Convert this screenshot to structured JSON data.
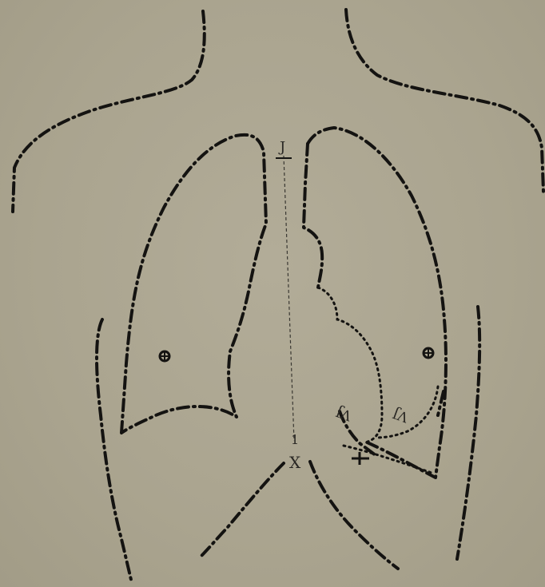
{
  "labels": {
    "top_mark": "J",
    "bottom_mark": "1",
    "xiphoid": "X",
    "annotation_inner": "VJ",
    "annotation_outer": "VJ"
  },
  "colors": {
    "paper": "#aaa48f",
    "ink": "#141311"
  }
}
